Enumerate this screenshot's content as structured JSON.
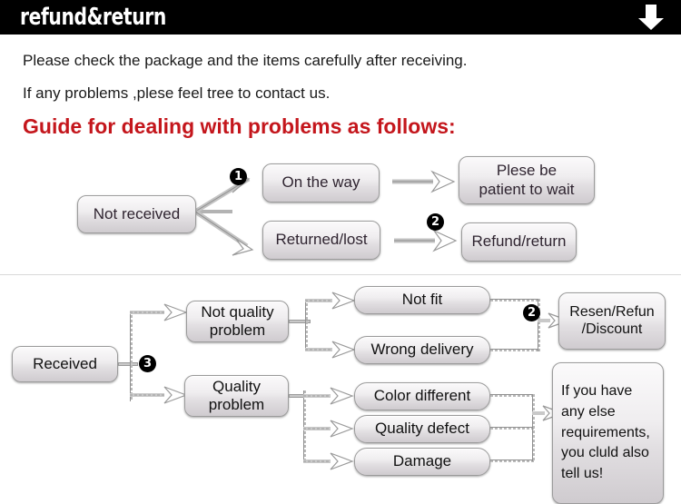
{
  "header": {
    "title": "refund&return",
    "arrow_icon": "down-arrow-icon",
    "background": "#000000",
    "text_color": "#ffffff"
  },
  "intro": {
    "line1": "Please check the package and the items carefully after receiving.",
    "line2": "If any problems ,plese feel tree to contact us.",
    "heading": "Guide for dealing with problems as follows:",
    "heading_color": "#c4161c"
  },
  "flow_not_received": {
    "source": "Not received",
    "branches": [
      {
        "marker": "1",
        "label": "On the way",
        "result": "Plese be\npatient to wait"
      },
      {
        "marker": "2",
        "label": "Returned/lost",
        "result": "Refund/return"
      }
    ]
  },
  "flow_received": {
    "source": "Received",
    "marker": "3",
    "categories": [
      {
        "label": "Not quality\nproblem",
        "issues": [
          "Not fit",
          "Wrong delivery"
        ]
      },
      {
        "label": "Quality\nproblem",
        "issues": [
          "Color different",
          "Quality defect",
          "Damage"
        ]
      }
    ],
    "outcome_marker": "2",
    "outcome": "Resen/Refun\n/Discount",
    "note": "If you have\nany else\nrequirements,\nyou cluld also\ntell us!"
  },
  "style": {
    "box_border": "#9b9b9b",
    "box_fill_top": "#fbfafb",
    "box_fill_bottom": "#cfcbcf",
    "connector_color": "#b9b9b9",
    "text_color_top_section": "#2f2430",
    "text_color_bottom_section": "#111111"
  }
}
